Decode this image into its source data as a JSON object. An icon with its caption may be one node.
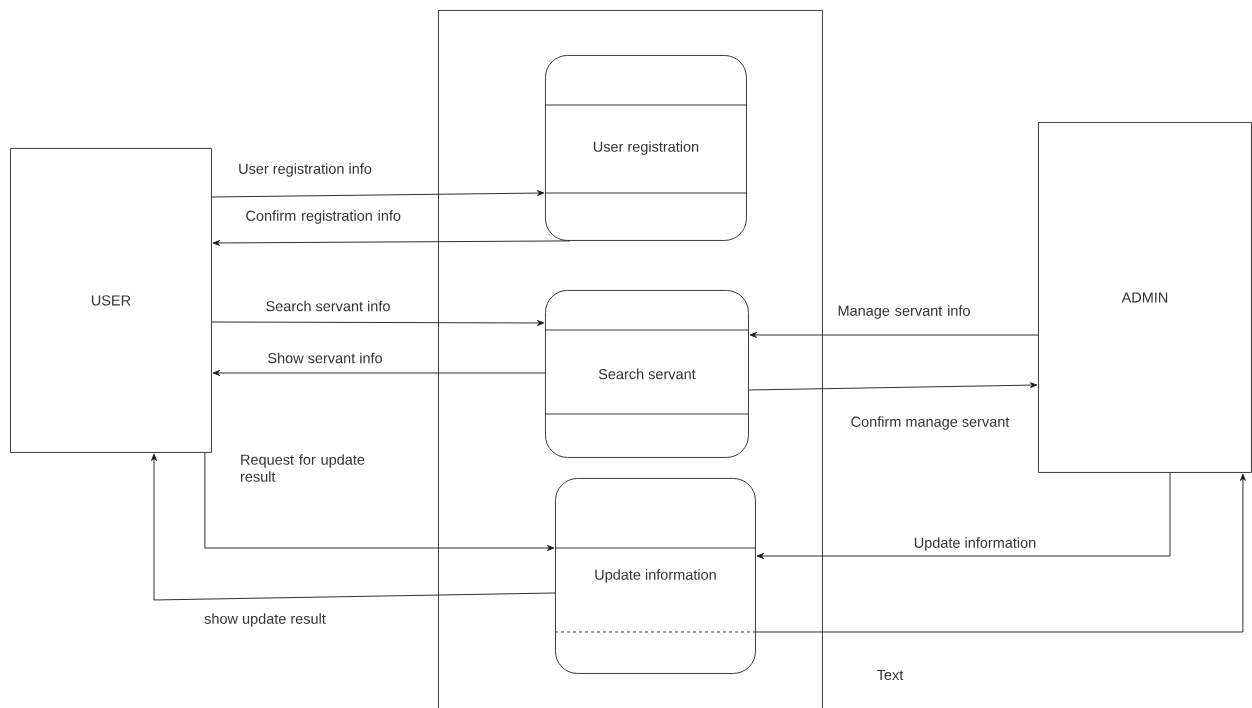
{
  "diagram": {
    "nodes": [
      {
        "text": [],
        "shape": "box"
      },
      {
        "text": [
          "USER"
        ]
      },
      {
        "text": [
          "User registration"
        ],
        "in": 0
      },
      {
        "text": [
          "Search servant"
        ],
        "in": 0
      },
      {
        "text": [
          "Update information"
        ],
        "in": 0
      },
      {
        "text": [
          "ADMIN"
        ]
      }
    ],
    "edges": [
      {
        "from": 1,
        "to": 2,
        "arrow": "to",
        "label": "User registration info"
      },
      {
        "from": 2,
        "to": 1,
        "arrow": "to",
        "label": "Confirm registration info"
      },
      {
        "from": 1,
        "to": 3,
        "arrow": "to",
        "label": "Search servant info"
      },
      {
        "from": 3,
        "to": 1,
        "arrow": "to",
        "label": "Show servant info"
      },
      {
        "from": 5,
        "to": 3,
        "arrow": "to",
        "label": "Manage servant info"
      },
      {
        "from": 3,
        "to": 5,
        "arrow": "to",
        "label": "Confirm manage servant"
      },
      {
        "from": 1,
        "to": 4,
        "arrow": "to",
        "label": "Request for update result"
      },
      {
        "from": 4,
        "to": 1,
        "arrow": "to",
        "label": "show update result"
      },
      {
        "from": 5,
        "to": 4,
        "arrow": "to",
        "label": "Update information"
      },
      {
        "from": 4,
        "to": 5,
        "arrow": "to",
        "label": "Text"
      }
    ]
  }
}
